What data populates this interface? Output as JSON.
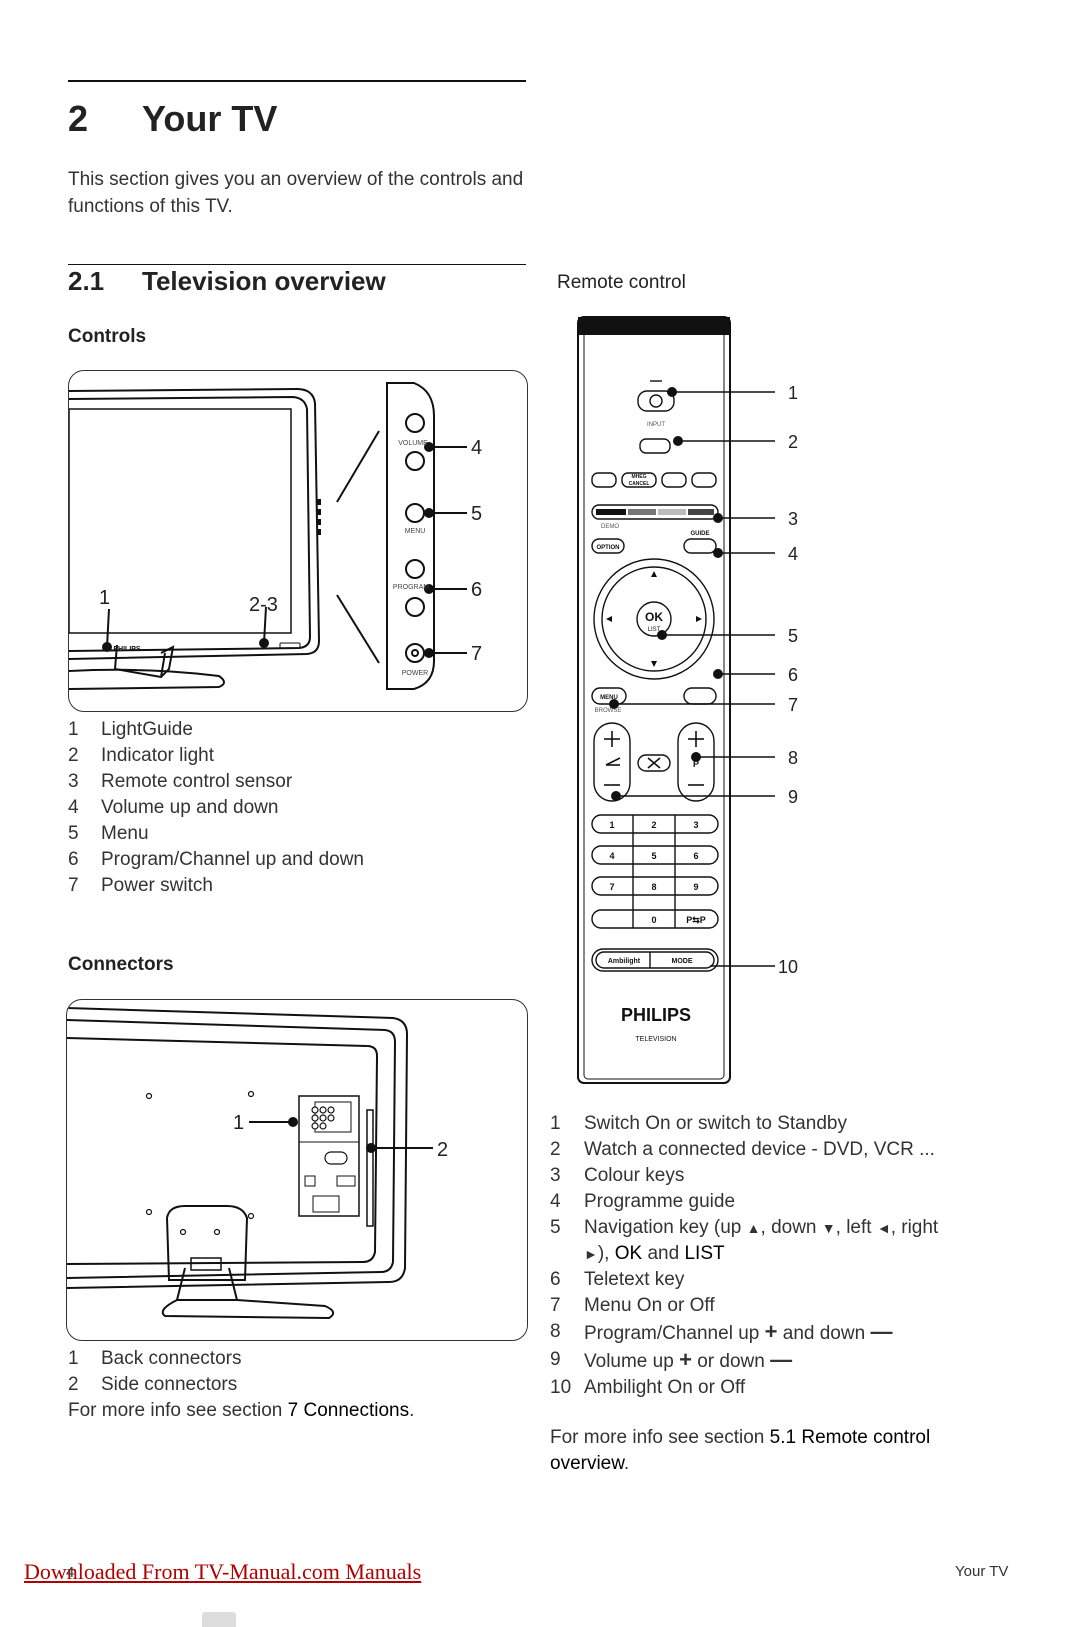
{
  "chapter": {
    "number": "2",
    "title": "Your TV"
  },
  "intro": "This section gives you an overview of the controls and functions of this TV.",
  "section": {
    "number": "2.1",
    "title": "Television overview"
  },
  "controls": {
    "heading": "Controls",
    "figure": {
      "panel_labels": [
        "VOLUME",
        "MENU",
        "PROGRAM",
        "POWER"
      ],
      "brand": "PHILIPS",
      "callouts": [
        "1",
        "2-3",
        "4",
        "5",
        "6",
        "7"
      ]
    },
    "items": [
      {
        "n": "1",
        "text": "LightGuide"
      },
      {
        "n": "2",
        "text": "Indicator light"
      },
      {
        "n": "3",
        "text": "Remote control sensor"
      },
      {
        "n": "4",
        "text": "Volume up and down"
      },
      {
        "n": "5",
        "text": "Menu"
      },
      {
        "n": "6",
        "text": "Program/Channel up and down"
      },
      {
        "n": "7",
        "text": "Power switch"
      }
    ]
  },
  "connectors": {
    "heading": "Connectors",
    "figure": {
      "callouts": [
        "1",
        "2"
      ]
    },
    "items": [
      {
        "n": "1",
        "text": "Back connectors"
      },
      {
        "n": "2",
        "text": "Side connectors"
      }
    ],
    "more_info": {
      "prefix": "For more info see section ",
      "ref": "7 Connections",
      "suffix": "."
    }
  },
  "remote": {
    "heading": "Remote control",
    "figure": {
      "labels": {
        "input": "INPUT",
        "mheg": "MHEG",
        "cancel": "CANCEL",
        "demo": "DEMO",
        "option": "OPTION",
        "guide": "GUIDE",
        "ok": "OK",
        "list": "LIST",
        "menu": "MENU",
        "browse": "BROWSE",
        "p": "P",
        "zero": "0",
        "pp": "P⇆P",
        "ambilight": "Ambilight",
        "mode": "MODE",
        "brand": "PHILIPS",
        "sub": "TELEVISION"
      },
      "digits": [
        "1",
        "2",
        "3",
        "4",
        "5",
        "6",
        "7",
        "8",
        "9"
      ],
      "callouts": [
        "1",
        "2",
        "3",
        "4",
        "5",
        "6",
        "7",
        "8",
        "9",
        "10"
      ]
    },
    "items": [
      {
        "n": "1",
        "text": "Switch On or switch to Standby"
      },
      {
        "n": "2",
        "text": "Watch a connected device - DVD, VCR ..."
      },
      {
        "n": "3",
        "text": "Colour keys"
      },
      {
        "n": "4",
        "text": "Programme guide"
      },
      {
        "n": "6",
        "text": "Teletext key"
      },
      {
        "n": "7",
        "text": "Menu On or Off"
      },
      {
        "n": "10",
        "text": "Ambilight On or Off"
      }
    ],
    "item5": {
      "n": "5",
      "t1": "Navigation key (up ",
      "t2": ", down ",
      "t3": ", left ",
      "t4": ", right",
      "t5": "), ",
      "ok": "OK",
      "t6": " and ",
      "list": "LIST"
    },
    "item8": {
      "n": "8",
      "t1": "Program/Channel up ",
      "t2": " and down "
    },
    "item9": {
      "n": "9",
      "t1": "Volume up ",
      "t2": " or down "
    },
    "more_info": {
      "prefix": "For more info see section ",
      "ref": "5.1 Remote control overview",
      "suffix": "."
    }
  },
  "footer": {
    "link": "Downloaded From TV-Manual.com Manuals",
    "page": "4",
    "right": "Your TV"
  }
}
